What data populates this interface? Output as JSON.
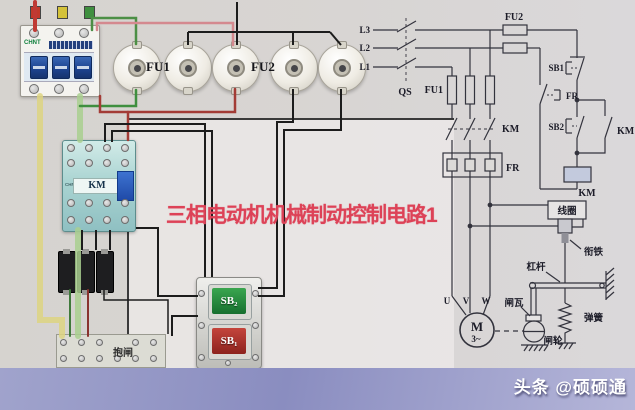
{
  "title": {
    "text": "三相电动机机械制动控制电路1",
    "color": "#dd4257"
  },
  "watermark": {
    "text": "头条 @硕硕通"
  },
  "photo": {
    "brand": "CHNT",
    "fu1_label": "FU1",
    "fu2_label": "FU2",
    "contactor_label": "KM",
    "button_green": "SB₂",
    "button_red": "SB₁",
    "terminal_label": "抱闸"
  },
  "schematic": {
    "phases": [
      "L3",
      "L2",
      "L1"
    ],
    "qs": "QS",
    "fu2": "FU2",
    "fu1": "FU1",
    "km_main": "KM",
    "fr_main": "FR",
    "sb1": "SB1",
    "fr_aux": "FR",
    "sb2": "SB2",
    "km_aux": "KM",
    "km_coil": "KM",
    "motor_terminals": [
      "U",
      "V",
      "W"
    ],
    "motor_letter": "M",
    "motor_phases": "3~",
    "brake": {
      "coil": "线圈",
      "armature": "衔铁",
      "lever": "杠杆",
      "shoe": "闸瓦",
      "wheel": "闸轮",
      "spring": "弹簧"
    }
  },
  "colors": {
    "title_red": "#dd4257",
    "bar_purple": "#8a8dc0",
    "schematic_line": "#33333d",
    "wire_yellow": "#ddd481",
    "wire_green": "#a9cf8f",
    "wire_red": "#bf3a34"
  }
}
